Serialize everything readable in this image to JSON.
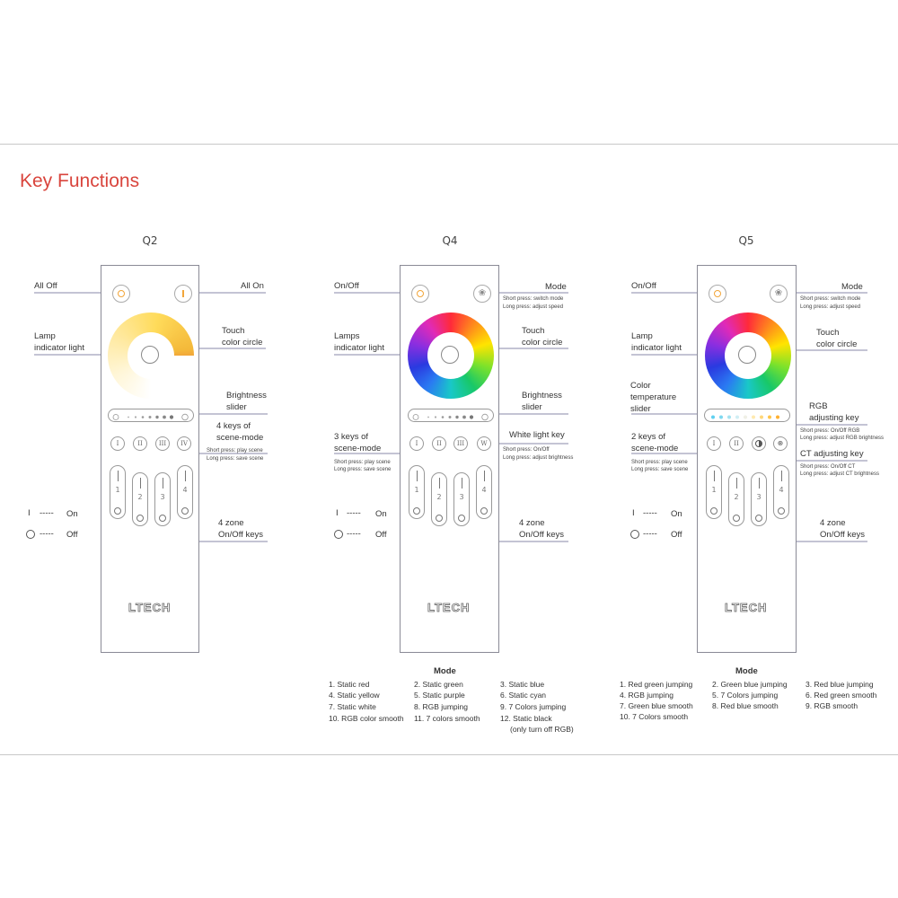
{
  "page": {
    "title": "Key Functions"
  },
  "q2": {
    "name": "Q2",
    "all_off": "All Off",
    "all_on": "All On",
    "lamp_1": "Lamp",
    "lamp_2": "indicator light",
    "touch_1": "Touch",
    "touch_2": "color circle",
    "bright_1": "Brightness",
    "bright_2": "slider",
    "scene_1": "4 keys of",
    "scene_2": "scene-mode",
    "scene_short": "Short press: play scene",
    "scene_long": "Long press: save scene",
    "zone_1": "4 zone",
    "zone_2": "On/Off keys",
    "scene_keys": [
      "I",
      "II",
      "III",
      "IV"
    ],
    "zones": [
      "1",
      "2",
      "3",
      "4"
    ],
    "legend_on": "On",
    "legend_off": "Off",
    "legend_dash": "-----",
    "brand": "LTECH"
  },
  "q4": {
    "name": "Q4",
    "onoff": "On/Off",
    "mode": "Mode",
    "mode_short": "Short press: switch mode",
    "mode_long": "Long press: adjust speed",
    "lamp_1": "Lamps",
    "lamp_2": "indicator light",
    "touch_1": "Touch",
    "touch_2": "color circle",
    "bright_1": "Brightness",
    "bright_2": "slider",
    "scene_1": "3 keys of",
    "scene_2": "scene-mode",
    "scene_short": "Short press: play scene",
    "scene_long": "Long press: save scene",
    "white_1": "White light key",
    "white_short": "Short press: On/Off",
    "white_long": "Long press: adjust brightness",
    "zone_1": "4 zone",
    "zone_2": "On/Off keys",
    "scene_keys": [
      "I",
      "II",
      "III",
      "W"
    ],
    "zones": [
      "1",
      "2",
      "3",
      "4"
    ],
    "legend_on": "On",
    "legend_off": "Off",
    "legend_dash": "-----",
    "brand": "LTECH",
    "mode_title": "Mode",
    "modes": [
      "1. Static red",
      "2. Static green",
      "3. Static blue",
      "4. Static yellow",
      "5. Static purple",
      "6. Static cyan",
      "7. Static white",
      "8. RGB jumping",
      "9. 7 Colors jumping",
      "10. RGB color smooth",
      "11. 7 colors smooth",
      "12. Static black",
      "(only turn off RGB)"
    ]
  },
  "q5": {
    "name": "Q5",
    "onoff": "On/Off",
    "mode": "Mode",
    "mode_short": "Short press: switch mode",
    "mode_long": "Long press: adjust speed",
    "lamp_1": "Lamp",
    "lamp_2": "indicator light",
    "touch_1": "Touch",
    "touch_2": "color circle",
    "ct_1": "Color",
    "ct_2": "temperature",
    "ct_3": "slider",
    "rgb_1": "RGB",
    "rgb_2": "adjusting key",
    "rgb_short": "Short press: On/Off RGB",
    "rgb_long": "Long press: adjust RGB brightness",
    "ctk_1": "CT adjusting key",
    "ctk_short": "Short press: On/Off CT",
    "ctk_long": "Long press: adjust CT brightness",
    "scene_1": "2 keys of",
    "scene_2": "scene-mode",
    "scene_short": "Short press: play scene",
    "scene_long": "Long press: save scene",
    "zone_1": "4 zone",
    "zone_2": "On/Off keys",
    "scene_keys": [
      "I",
      "II"
    ],
    "zones": [
      "1",
      "2",
      "3",
      "4"
    ],
    "legend_on": "On",
    "legend_off": "Off",
    "legend_dash": "-----",
    "brand": "LTECH",
    "mode_title": "Mode",
    "modes": [
      "1. Red green jumping",
      "2. Green blue jumping",
      "3. Red blue jumping",
      "4. RGB jumping",
      "5. 7 Colors jumping",
      "6. Red green smooth",
      "7. Green blue smooth",
      "8. Red blue smooth",
      "9. RGB smooth",
      "10. 7 Colors smooth"
    ]
  },
  "colors": {
    "title": "#d9453d",
    "line": "#8a8aa8",
    "dot": "#6a6aa0"
  }
}
